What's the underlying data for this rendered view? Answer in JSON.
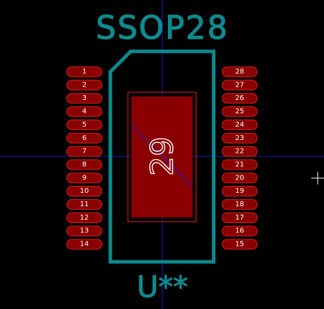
{
  "footprint": {
    "value_text": "SSOP28",
    "reference_text": "U**",
    "center_pad_label": "29",
    "left_pads": [
      "1",
      "2",
      "3",
      "4",
      "5",
      "6",
      "7",
      "8",
      "9",
      "10",
      "11",
      "12",
      "13",
      "14"
    ],
    "right_pads": [
      "28",
      "27",
      "26",
      "25",
      "24",
      "23",
      "22",
      "21",
      "20",
      "19",
      "18",
      "17",
      "16",
      "15"
    ]
  },
  "colors": {
    "background": "#000000",
    "pad_outline": "#c41c1c",
    "pad_fill": "#8a0000",
    "pad_number": "#ffffff",
    "silkscreen": "#0e8a8e",
    "crosshair_axis": "#1a1ad0",
    "cursor": "#ffffff"
  }
}
